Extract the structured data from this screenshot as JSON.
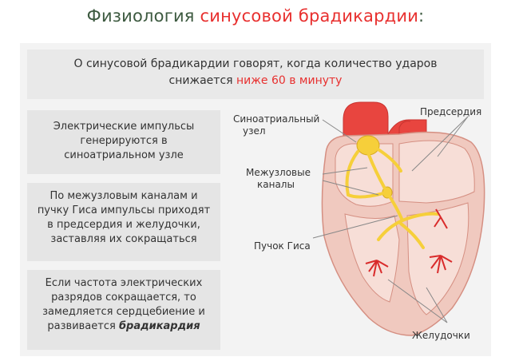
{
  "title": {
    "main": "Физиология ",
    "accent": "синусовой брадикардии",
    "end": ":"
  },
  "intro": {
    "line1": "О синусовой брадикардии говорят, когда количество ударов",
    "line2": "снижается ",
    "emphasis": "ниже 60 в минуту"
  },
  "cards": [
    {
      "text": "Электрические импульсы генерируются в синоатриальном узле"
    },
    {
      "text": "По межузловым каналам и пучку Гиса импульсы приходят в предсердия и желудочки, заставляя их сокращаться"
    },
    {
      "text_before": "Если частота электрических разрядов сокращается, то замедляется сердцебиение и развивается ",
      "emphasis": "брадикардия"
    }
  ],
  "labels": {
    "sa_node_1": "Синоатриальный",
    "sa_node_2": "узел",
    "channels_1": "Межузловые",
    "channels_2": "каналы",
    "his": "Пучок Гиса",
    "atria": "Предсердия",
    "ventricles": "Желудочки"
  },
  "colors": {
    "title": "#3d5a40",
    "accent": "#e8302f",
    "heart_outer": "#f0c9bf",
    "heart_inner": "#f7ded7",
    "conduction": "#f6cf3a"
  }
}
